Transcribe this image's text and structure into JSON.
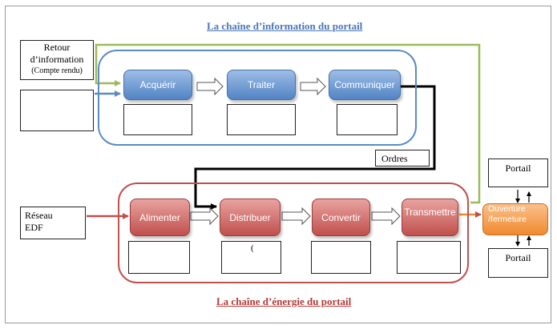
{
  "titles": {
    "info_chain": "La chaîne d’information du portail",
    "energy_chain": "La chaîne d’énergie du portail"
  },
  "info_chain": {
    "functions": [
      "Acquérir",
      "Traiter",
      "Communiquer"
    ]
  },
  "energy_chain": {
    "functions": [
      "Alimenter",
      "Distribuer",
      "Convertir",
      "Transmettre"
    ]
  },
  "inputs": {
    "feedback_line1": "Retour",
    "feedback_line2": "d’information",
    "feedback_line3": "(Compte rendu)",
    "power_line1": "Réseau",
    "power_line2": "EDF"
  },
  "orders_label": "Ordres",
  "action": {
    "line1": "Ouverture",
    "line2": "/fermeture"
  },
  "portail_top": "Portail",
  "portail_bottom": "Portail",
  "stray_mark": "(",
  "colors": {
    "info": "#5a8bc4",
    "energy": "#c0504d",
    "feedback_wire": "#9bbb59",
    "orders_wire": "#000000",
    "action": "#f08a2e"
  }
}
